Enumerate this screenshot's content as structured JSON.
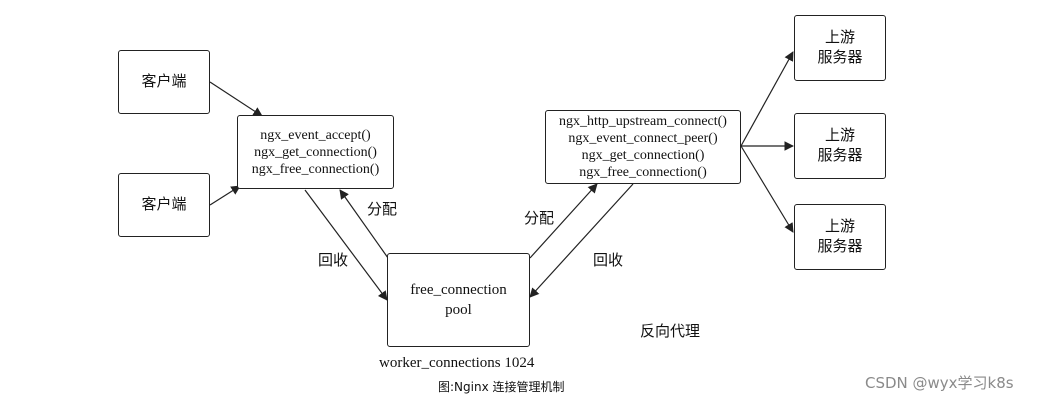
{
  "nodes": {
    "client_1": "客户端",
    "client_2": "客户端",
    "accept_box": [
      "ngx_event_accept()",
      "ngx_get_connection()",
      "ngx_free_connection()"
    ],
    "upstream_box": [
      "ngx_http_upstream_connect()",
      "ngx_event_connect_peer()",
      "ngx_get_connection()",
      "ngx_free_connection()"
    ],
    "pool_box": [
      "free_connection",
      "pool"
    ],
    "upstream_server": [
      "上游",
      "服务器"
    ]
  },
  "labels": {
    "allocate_left": "分配",
    "recycle_left": "回收",
    "allocate_right": "分配",
    "recycle_right": "回收",
    "reverse_proxy": "反向代理",
    "worker_connections": "worker_connections 1024"
  },
  "caption": "图:Nginx 连接管理机制",
  "watermark": "CSDN @wyx学习k8s"
}
